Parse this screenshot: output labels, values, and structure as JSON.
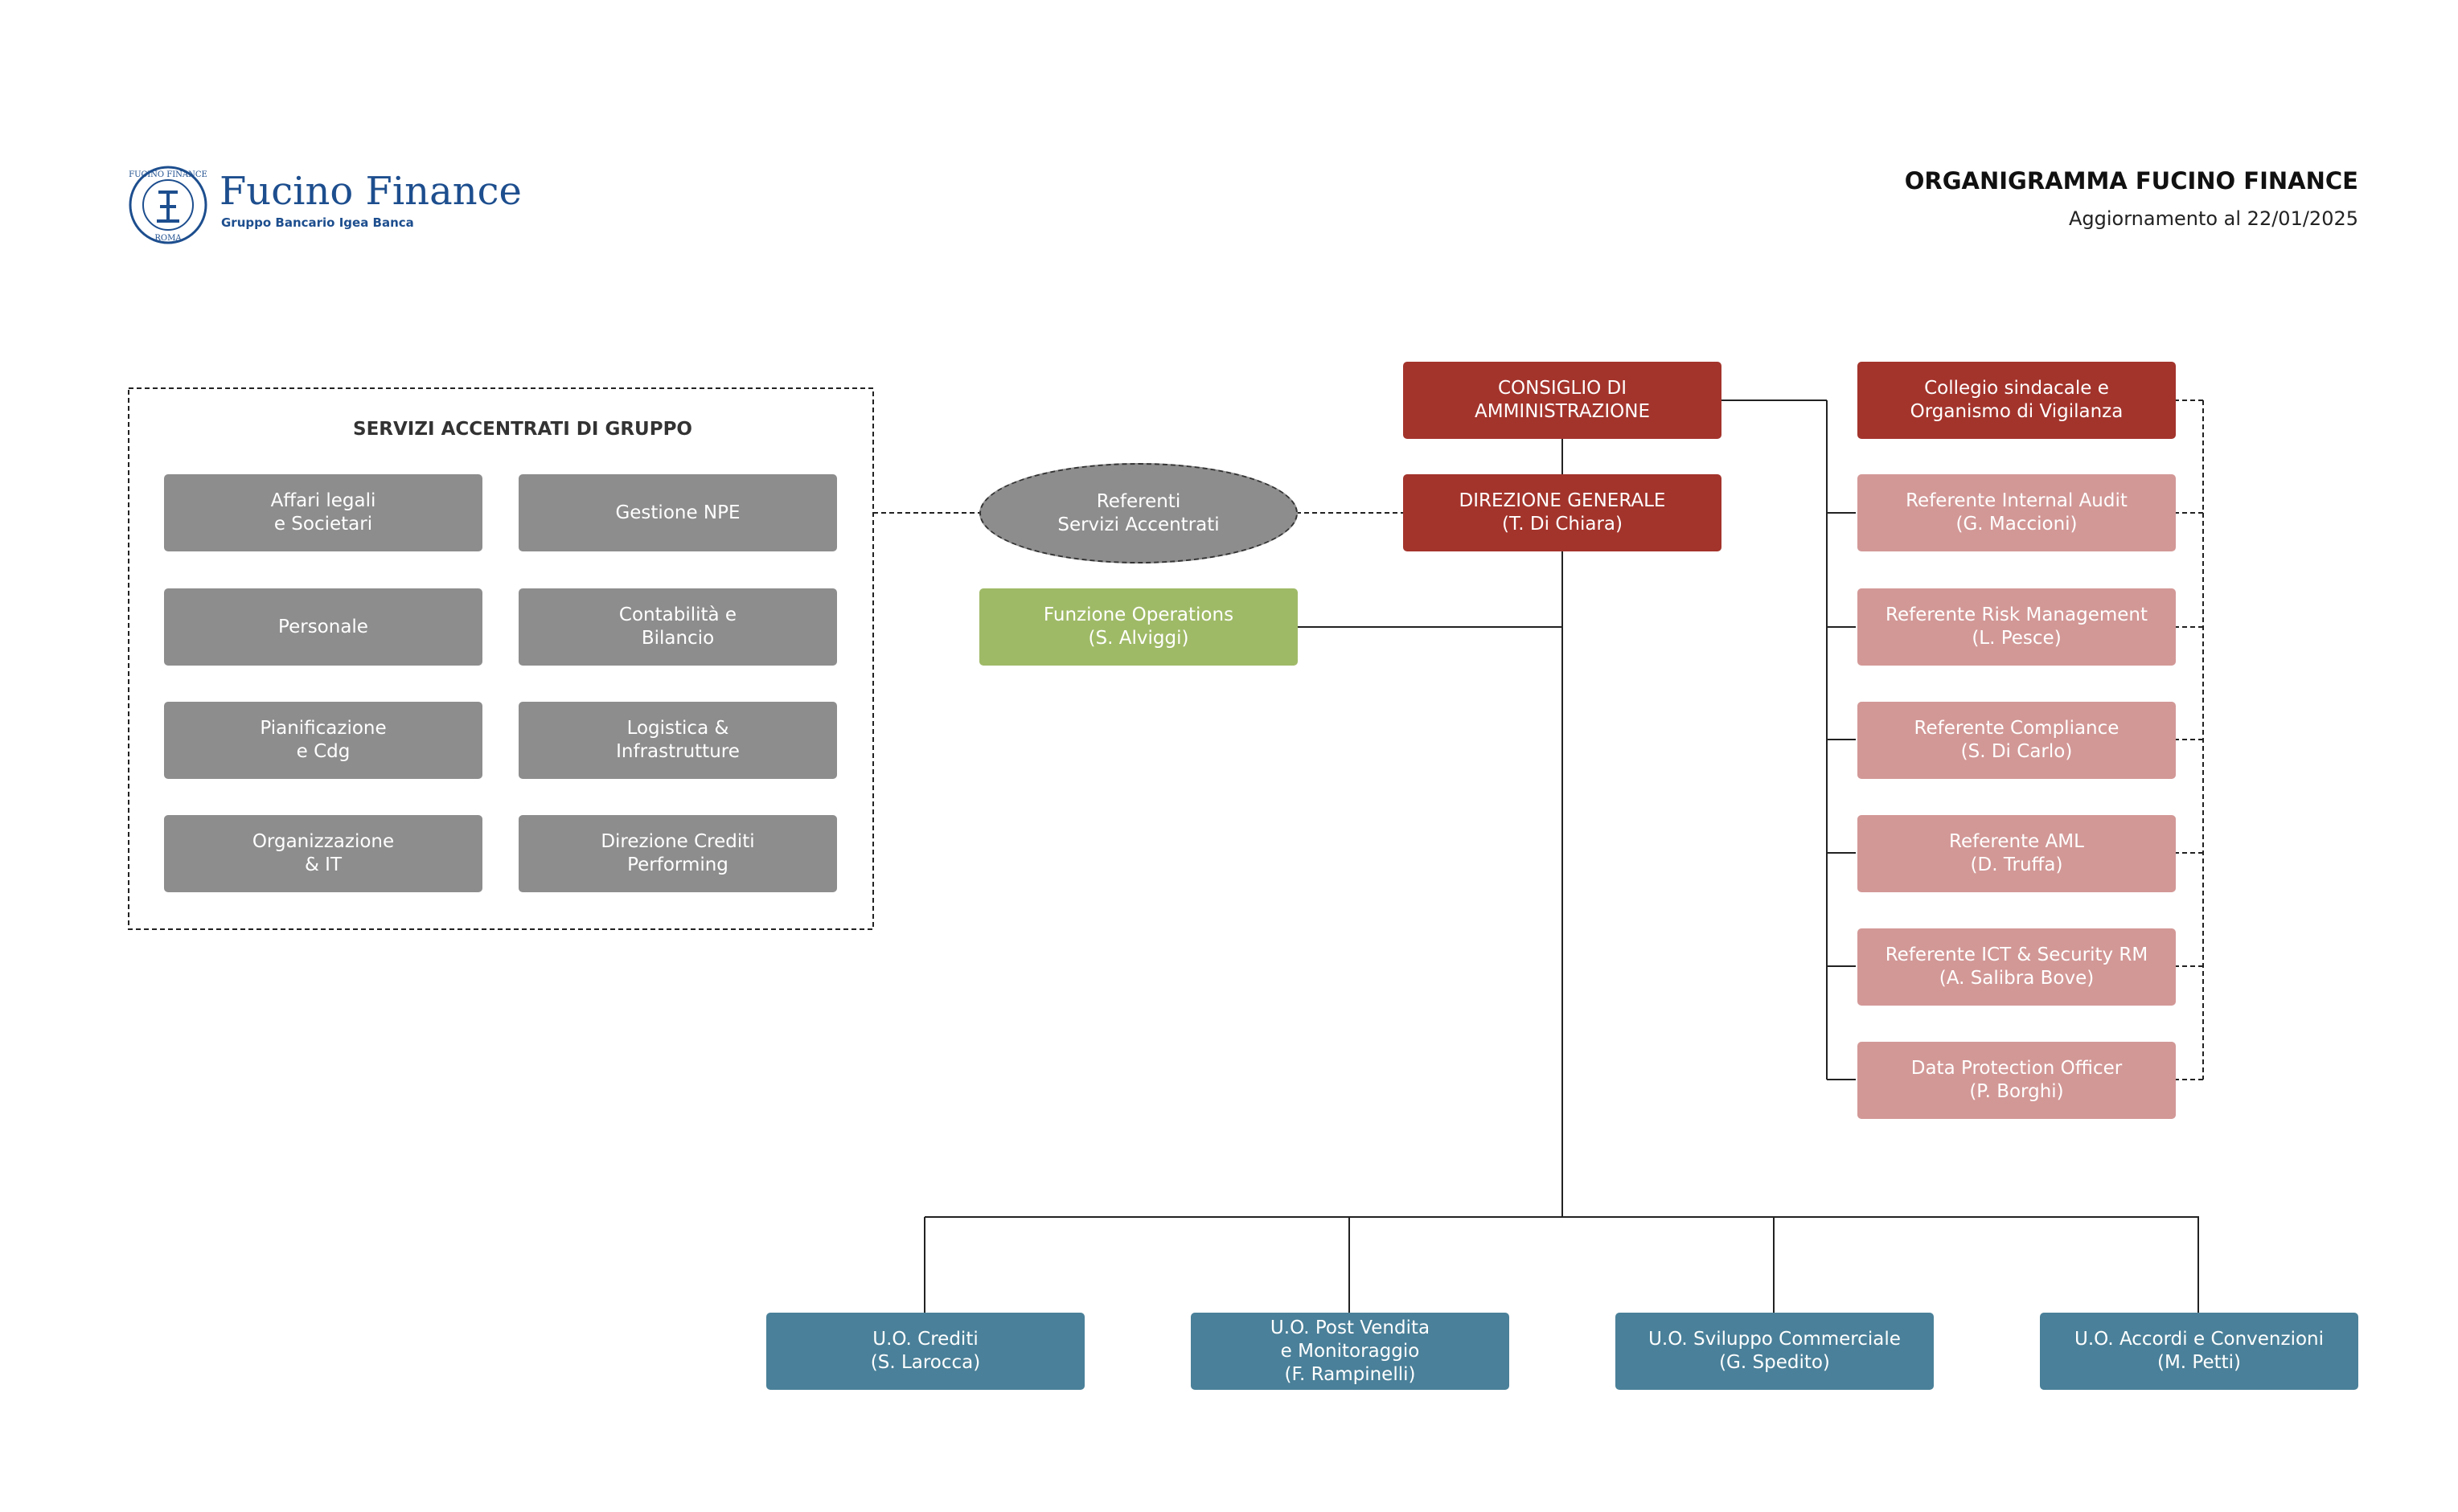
{
  "header": {
    "title": "ORGANIGRAMMA FUCINO FINANCE",
    "subtitle": "Aggiornamento al 22/01/2025"
  },
  "logo": {
    "name": "Fucino Finance",
    "tagline": "Gruppo Bancario Igea Banca",
    "seal_top": "FUCINO FINANCE",
    "seal_bottom": "ROMA"
  },
  "services": {
    "title": "SERVIZI ACCENTRATI DI GRUPPO",
    "items": [
      "Affari legali\ne Societari",
      "Gestione NPE",
      "Personale",
      "Contabilità e\nBilancio",
      "Pianificazione\ne Cdg",
      "Logistica &\nInfrastrutture",
      "Organizzazione\n& IT",
      "Direzione Crediti\nPerforming"
    ]
  },
  "center": {
    "referents": "Referenti\nServizi Accentrati",
    "operations": "Funzione Operations\n(S. Alviggi)",
    "board": "CONSIGLIO DI\nAMMINISTRAZIONE",
    "general_management": "DIREZIONE GENERALE\n(T. Di Chiara)"
  },
  "control": {
    "collegio": "Collegio sindacale e\nOrganismo di Vigilanza",
    "items": [
      "Referente Internal Audit\n(G. Maccioni)",
      "Referente Risk Management\n(L. Pesce)",
      "Referente Compliance\n(S. Di Carlo)",
      "Referente AML\n(D. Truffa)",
      "Referente ICT & Security RM\n(A. Salibra Bove)",
      "Data Protection Officer\n(P. Borghi)"
    ]
  },
  "units": [
    "U.O. Crediti\n(S. Larocca)",
    "U.O. Post Vendita\ne Monitoraggio\n(F. Rampinelli)",
    "U.O. Sviluppo Commerciale\n(G. Spedito)",
    "U.O. Accordi e Convenzioni\n(M. Petti)"
  ],
  "colors": {
    "governance": "#a3342c",
    "control": "#d29896",
    "services": "#8d8d8d",
    "operations": "#9fba67",
    "units": "#4a8099",
    "brand": "#1d4e8e"
  }
}
